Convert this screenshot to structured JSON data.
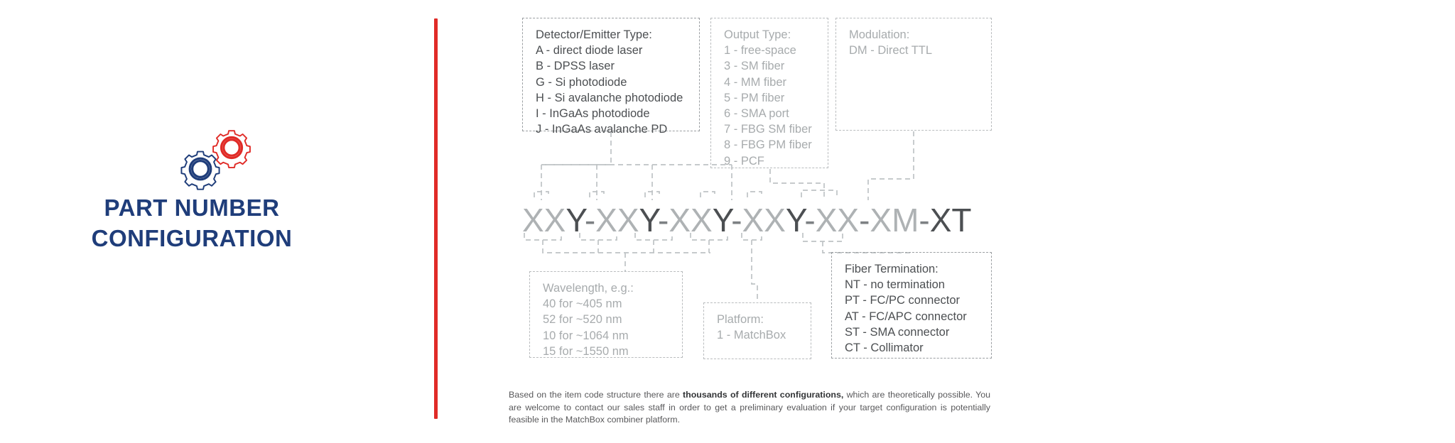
{
  "left": {
    "icon": "two-gears-icon",
    "title_line1": "PART NUMBER",
    "title_line2": "CONFIGURATION",
    "title_color": "#1f3d7a",
    "gear_blue": "#1f3d7a",
    "gear_red": "#e02b27"
  },
  "divider": {
    "color": "#e02b27"
  },
  "part_number": {
    "full": "XXY-XXY-XXY-XXY-XX-XM-XT",
    "segments": [
      {
        "text": "XX",
        "tone": "g"
      },
      {
        "text": "Y",
        "tone": "d"
      },
      {
        "text": "-",
        "tone": "s"
      },
      {
        "text": "XX",
        "tone": "g"
      },
      {
        "text": "Y",
        "tone": "d"
      },
      {
        "text": "-",
        "tone": "s"
      },
      {
        "text": "XX",
        "tone": "g"
      },
      {
        "text": "Y",
        "tone": "d"
      },
      {
        "text": "-",
        "tone": "s"
      },
      {
        "text": "XX",
        "tone": "g"
      },
      {
        "text": "Y",
        "tone": "d"
      },
      {
        "text": "-",
        "tone": "s"
      },
      {
        "text": "XX",
        "tone": "g"
      },
      {
        "text": "-",
        "tone": "s"
      },
      {
        "text": "XM",
        "tone": "g"
      },
      {
        "text": "-",
        "tone": "s"
      },
      {
        "text": "XT",
        "tone": "d"
      }
    ]
  },
  "boxes": {
    "detector": {
      "heading": "Detector/Emitter Type:",
      "lines": [
        "A - direct diode laser",
        "B - DPSS laser",
        "G - Si photodiode",
        "H - Si avalanche photodiode",
        "I  - InGaAs photodiode",
        "J - InGaAs avalanche PD"
      ]
    },
    "output": {
      "heading": "Output Type:",
      "lines": [
        "1 - free-space",
        "3 - SM fiber",
        "4 - MM fiber",
        "5 - PM fiber",
        "6 - SMA port",
        "7 - FBG SM fiber",
        "8 - FBG PM fiber",
        "9 - PCF"
      ]
    },
    "modulation": {
      "heading": "Modulation:",
      "lines": [
        "DM - Direct TTL"
      ]
    },
    "wavelength": {
      "heading": "Wavelength, e.g.:",
      "lines": [
        "40 for ~405 nm",
        "52 for ~520 nm",
        "10 for ~1064 nm",
        "15 for ~1550 nm"
      ]
    },
    "platform": {
      "heading": "Platform:",
      "lines": [
        "1 - MatchBox"
      ]
    },
    "fiber_termination": {
      "heading": "Fiber Termination:",
      "lines": [
        "NT - no termination",
        "PT - FC/PC connector",
        "AT - FC/APC connector",
        "ST - SMA connector",
        "CT - Collimator"
      ]
    }
  },
  "footnote": {
    "part1": "Based on the item code structure there are ",
    "bold": "thousands of different configurations,",
    "part2": " which are theoretically possible. You are welcome to contact our sales staff in order to get a preliminary evaluation if your target configuration is potentially feasible in the MatchBox combiner platform."
  }
}
